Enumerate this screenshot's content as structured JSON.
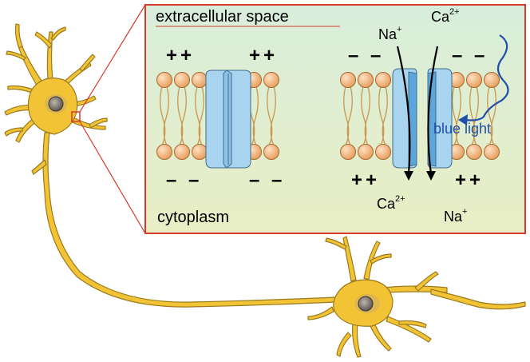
{
  "labels": {
    "extracellular": "extracellular space",
    "cytoplasm": "cytoplasm",
    "blue_light": "blue light"
  },
  "ions": {
    "na_top": {
      "base": "Na",
      "charge": "+"
    },
    "ca_top": {
      "base": "Ca",
      "charge": "2+"
    },
    "ca_bottom": {
      "base": "Ca",
      "charge": "2+"
    },
    "na_bottom": {
      "base": "Na",
      "charge": "+"
    }
  },
  "charges": {
    "left_top_1": "++",
    "left_top_2": "++",
    "left_bottom_1": "– –",
    "left_bottom_2": "– –",
    "right_top_1": "– –",
    "right_top_2": "– –",
    "right_bottom_1": "++",
    "right_bottom_2": "++"
  },
  "colors": {
    "inset_border": "#d63a2e",
    "inset_bg_top": "#d8eedb",
    "inset_bg_bottom": "#e9eec4",
    "neuron_fill": "#f3c336",
    "neuron_stroke": "#9a7a1c",
    "channel_closed": "#a9d4f0",
    "channel_open": "#7cbbe6",
    "lipid_head": "#f4b986",
    "lipid_tail": "#c9974e",
    "light_wave": "#1f4fa8"
  }
}
